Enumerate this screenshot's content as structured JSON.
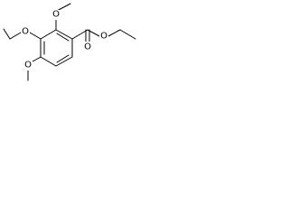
{
  "structure": {
    "atom_labels": {
      "o_methoxy_top": "O",
      "o_ethoxy": "O",
      "o_methoxy_bottom": "O",
      "o_ester": "O",
      "o_carbonyl": "O"
    }
  }
}
